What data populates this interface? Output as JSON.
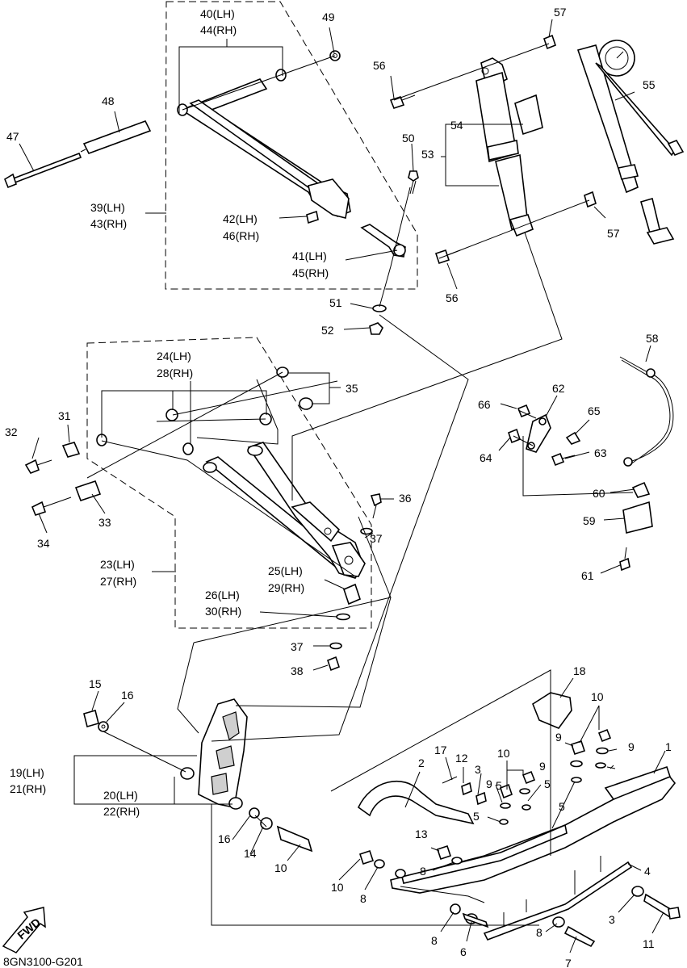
{
  "diagram_code": "8GN3100-G201",
  "fwd_label": "FWD",
  "callouts": [
    {
      "text": "40(LH)"
    },
    {
      "text": "44(RH)"
    },
    {
      "text": "49"
    },
    {
      "text": "57"
    },
    {
      "text": "56"
    },
    {
      "text": "48"
    },
    {
      "text": "47"
    },
    {
      "text": "54"
    },
    {
      "text": "53"
    },
    {
      "text": "55"
    },
    {
      "text": "50"
    },
    {
      "text": "39(LH)"
    },
    {
      "text": "43(RH)"
    },
    {
      "text": "42(LH)"
    },
    {
      "text": "46(RH)"
    },
    {
      "text": "57"
    },
    {
      "text": "41(LH)"
    },
    {
      "text": "45(RH)"
    },
    {
      "text": "56"
    },
    {
      "text": "51"
    },
    {
      "text": "52"
    },
    {
      "text": "58"
    },
    {
      "text": "24(LH)"
    },
    {
      "text": "28(RH)"
    },
    {
      "text": "35"
    },
    {
      "text": "62"
    },
    {
      "text": "66"
    },
    {
      "text": "65"
    },
    {
      "text": "31"
    },
    {
      "text": "32"
    },
    {
      "text": "64"
    },
    {
      "text": "63"
    },
    {
      "text": "36"
    },
    {
      "text": "60"
    },
    {
      "text": "33"
    },
    {
      "text": "59"
    },
    {
      "text": "34"
    },
    {
      "text": "37"
    },
    {
      "text": "23(LH)"
    },
    {
      "text": "27(RH)"
    },
    {
      "text": "25(LH)"
    },
    {
      "text": "29(RH)"
    },
    {
      "text": "61"
    },
    {
      "text": "26(LH)"
    },
    {
      "text": "30(RH)"
    },
    {
      "text": "37"
    },
    {
      "text": "38"
    },
    {
      "text": "18"
    },
    {
      "text": "15"
    },
    {
      "text": "16"
    },
    {
      "text": "10"
    },
    {
      "text": "9"
    },
    {
      "text": "9"
    },
    {
      "text": "1"
    },
    {
      "text": "17"
    },
    {
      "text": "10"
    },
    {
      "text": "19(LH)"
    },
    {
      "text": "21(RH)"
    },
    {
      "text": "2"
    },
    {
      "text": "12"
    },
    {
      "text": "3"
    },
    {
      "text": "9"
    },
    {
      "text": "9"
    },
    {
      "text": "5"
    },
    {
      "text": "5"
    },
    {
      "text": "5"
    },
    {
      "text": "5"
    },
    {
      "text": "20(LH)"
    },
    {
      "text": "22(RH)"
    },
    {
      "text": "16"
    },
    {
      "text": "14"
    },
    {
      "text": "10"
    },
    {
      "text": "13"
    },
    {
      "text": "8"
    },
    {
      "text": "4"
    },
    {
      "text": "10"
    },
    {
      "text": "8"
    },
    {
      "text": "3"
    },
    {
      "text": "11"
    },
    {
      "text": "8"
    },
    {
      "text": "6"
    },
    {
      "text": "8"
    },
    {
      "text": "7"
    }
  ]
}
